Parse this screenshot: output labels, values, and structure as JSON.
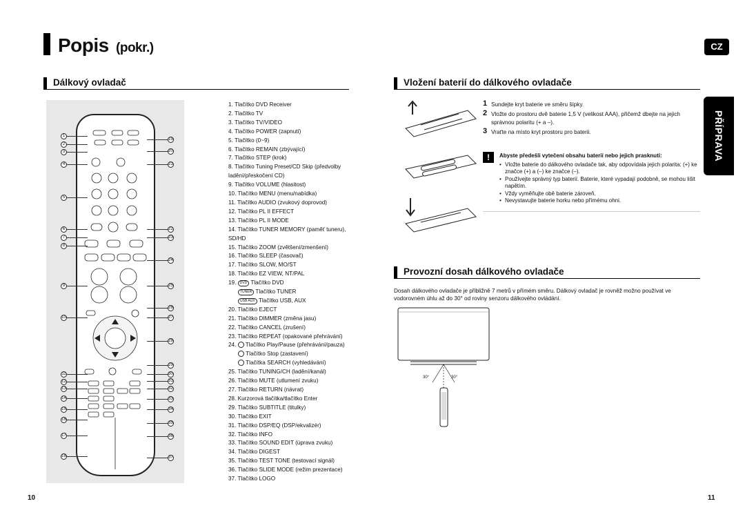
{
  "header": {
    "title": "Popis",
    "subtitle": "(pokr.)",
    "lang_badge": "CZ",
    "section_tab": "PŘÍPRAVA"
  },
  "left": {
    "heading": "Dálkový ovladač",
    "callouts": [
      "1",
      "2",
      "3",
      "4",
      "5",
      "6",
      "7",
      "8",
      "9",
      "10",
      "11",
      "12",
      "13",
      "14",
      "15",
      "16",
      "17",
      "18",
      "19",
      "20",
      "21",
      "22",
      "23",
      "24",
      "25",
      "26",
      "27",
      "28",
      "29",
      "30",
      "31",
      "32",
      "33",
      "34",
      "35",
      "36",
      "37"
    ],
    "items": [
      "1. Tlačítko DVD Receiver",
      "2. Tlačítko TV",
      "3. Tlačítko TV/VIDEO",
      "4. Tlačítko POWER (zapnutí)",
      "5. Tlačítko (0~9)",
      "6. Tlačítko REMAIN (zbývající)",
      "7. Tlačítko STEP (krok)",
      "8. Tlačítko Tuning Preset/CD Skip (předvolby ladění/přeskočení CD)",
      "9. Tlačítko VOLUME (hlasitost)",
      "10. Tlačítko MENU (menu/nabídka)",
      "11. Tlačítko AUDIO (zvukový doprovod)",
      "12. Tlačítko PL II EFFECT",
      "13. Tlačítko PL II MODE",
      "14. Tlačítko TUNER MEMORY (paměť tuneru), SD/HD",
      "15. Tlačítko ZOOM (zvětšení/zmenšení)",
      "16. Tlačítko SLEEP (časovač)",
      "17. Tlačítko SLOW, MO/ST",
      "18. Tlačítko EZ VIEW, NT/PAL",
      "19.",
      "20. Tlačítko EJECT",
      "21. Tlačítko DIMMER (změna jasu)",
      "22. Tlačítko CANCEL (zrušení)",
      "23. Tlačítko REPEAT (opakované přehrávání)",
      "24.",
      "25. Tlačítko TUNING/CH (ladění/kanál)",
      "26. Tlačítko MUTE (utlumení zvuku)",
      "27. Tlačítko RETURN (návrat)",
      "28. Kurzorová tlačítka/tlačítko Enter",
      "29. Tlačítko SUBTITLE (titulky)",
      "30. Tlačítko EXIT",
      "31. Tlačítko DSP/EQ (DSP/ekvalizér)",
      "32. Tlačítko INFO",
      "33. Tlačítko SOUND EDIT (úprava zvuku)",
      "34. Tlačítko DIGEST",
      "35. Tlačítko TEST TONE (testovací signál)",
      "36. Tlačítko SLIDE MODE (režim prezentace)",
      "37. Tlačítko LOGO"
    ],
    "item19": {
      "dvd_tag": "DVD",
      "dvd_text": "Tlačítko DVD",
      "tuner_tag": "TUNER",
      "tuner_text": "Tlačítko TUNER",
      "usb_tag": "USB AUX",
      "usb_text": "Tlačítko USB, AUX"
    },
    "item24": {
      "a": "Tlačítko Play/Pause (přehrávání/pauza)",
      "b": "Tlačítko Stop (zastavení)",
      "c": "Tlačítka SEARCH (vyhledávání)"
    },
    "page_number": "10"
  },
  "right": {
    "heading1": "Vložení baterií do dálkového ovladače",
    "steps": [
      {
        "n": "1",
        "text": "Sundejte kryt baterie ve směru šípky."
      },
      {
        "n": "2",
        "text": "Vložte do prostoru dvě baterie 1,5 V (velikost AAA), přičemž dbejte na jejich správnou polaritu (+ a –)."
      },
      {
        "n": "3",
        "text": "Vraťte na místo kryt prostoru pro baterii."
      }
    ],
    "warning_icon": "!",
    "warning_title": "Abyste předešli vytečení obsahu baterií nebo jejich prasknutí:",
    "warnings": [
      "Vložte baterie do dálkového ovladače tak, aby odpovídala jejich polarita: (+) ke značce (+) a (–) ke značce (–).",
      "Používejte správný typ baterií. Baterie, které vypadají podobně, se mohou lišit napětím.",
      "Vždy vyměňujte obě baterie zároveň.",
      "Nevystavujte baterie horku nebo přímému ohni."
    ],
    "heading2": "Provozní dosah dálkového ovladače",
    "range_text": "Dosah dálkového ovladače je přibližně 7 metrů v přímém směru. Dálkový ovladač je rovněž možno používat ve vodorovném úhlu až do 30° od roviny senzoru dálkového ovládání.",
    "angle_left": "30°",
    "angle_right": "30°",
    "page_number": "11"
  }
}
